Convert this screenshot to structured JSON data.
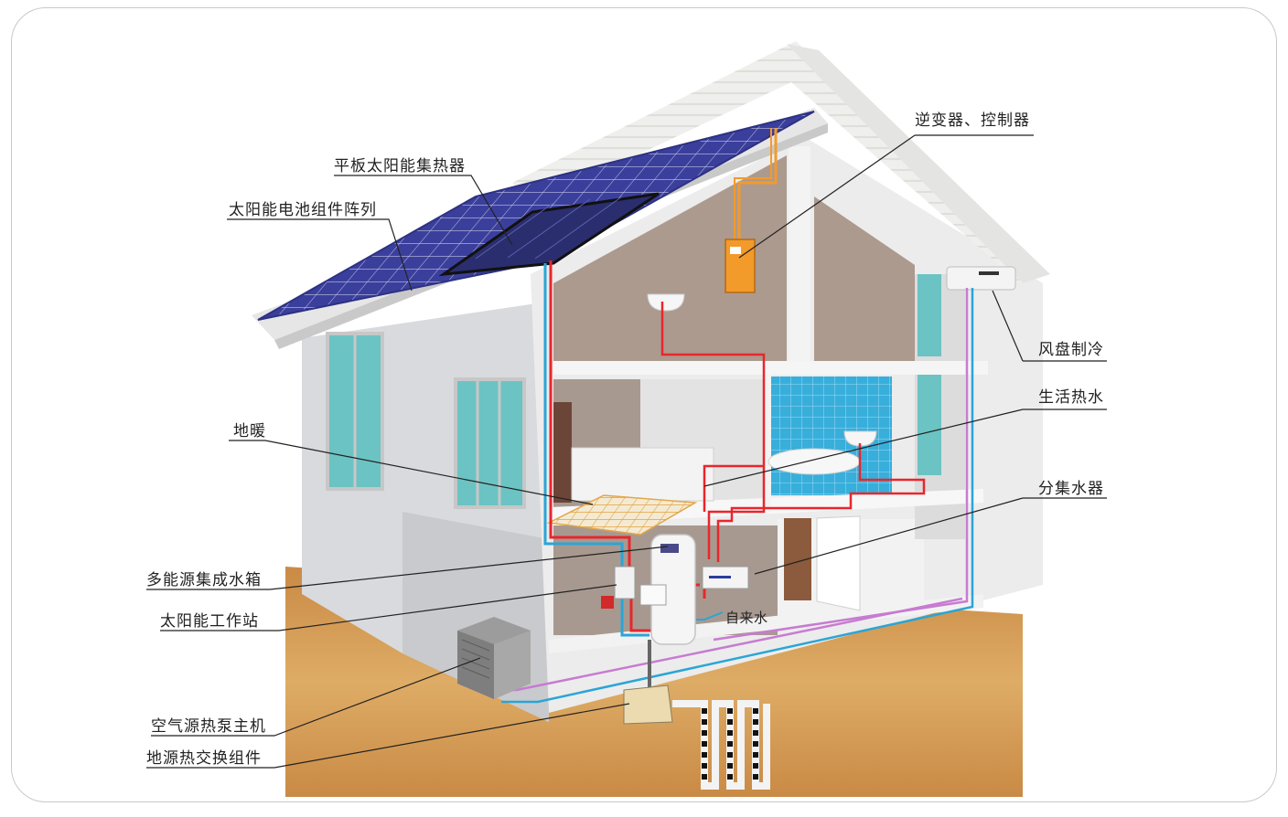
{
  "labels": {
    "flat_collector": "平板太阳能集热器",
    "pv_array": "太阳能电池组件阵列",
    "inverter": "逆变器、控制器",
    "fan_coil": "风盘制冷",
    "hot_water": "生活热水",
    "floor_heating": "地暖",
    "manifold": "分集水器",
    "tank": "多能源集成水箱",
    "solar_station": "太阳能工作站",
    "tap_water": "自来水",
    "air_pump": "空气源热泵主机",
    "ground_exchanger": "地源热交换组件"
  },
  "colors": {
    "hot_pipe": "#e8262b",
    "cold_pipe": "#2aa5d6",
    "purple_pipe": "#c77bd1",
    "orange_pipe": "#f39a2c",
    "solar_panel": "#3a3f9a",
    "soil": "#d89a50",
    "glass": "#6cc3c3",
    "tile": "#3bb0d8"
  }
}
